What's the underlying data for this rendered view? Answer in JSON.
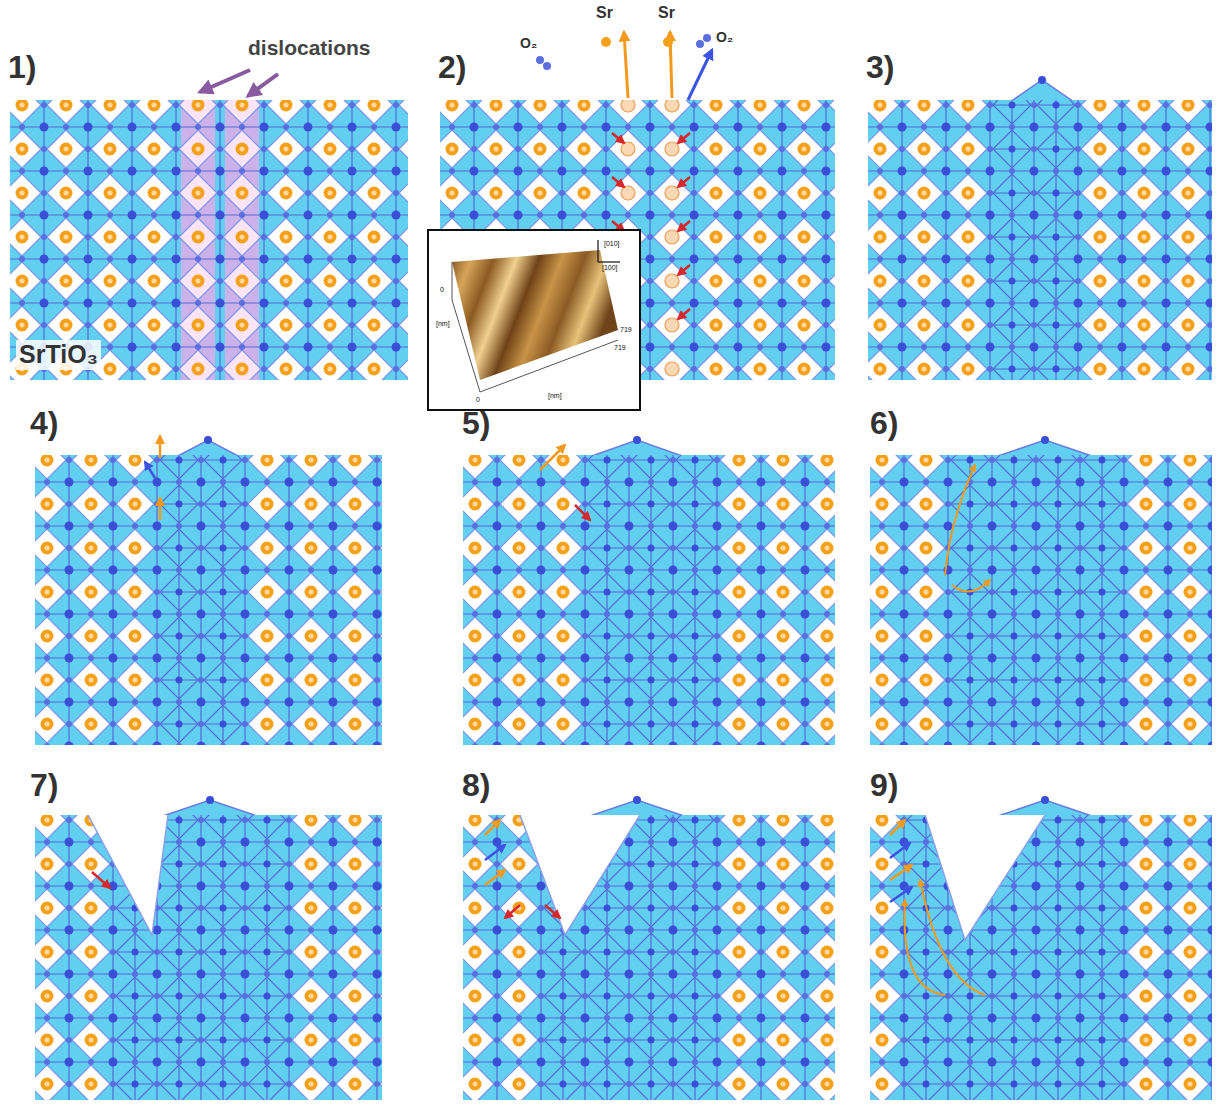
{
  "diagram": {
    "labels": [
      "1)",
      "dislocations",
      "SrTiO₃",
      "2)",
      "O₂",
      "Sr",
      "Sr",
      "O₂",
      "3)",
      "4)",
      "5)",
      "6)",
      "7)",
      "8)",
      "9)",
      "[010]",
      "[100]",
      "[nm]",
      "[nm]",
      "719",
      "719",
      "0",
      "0"
    ]
  }
}
